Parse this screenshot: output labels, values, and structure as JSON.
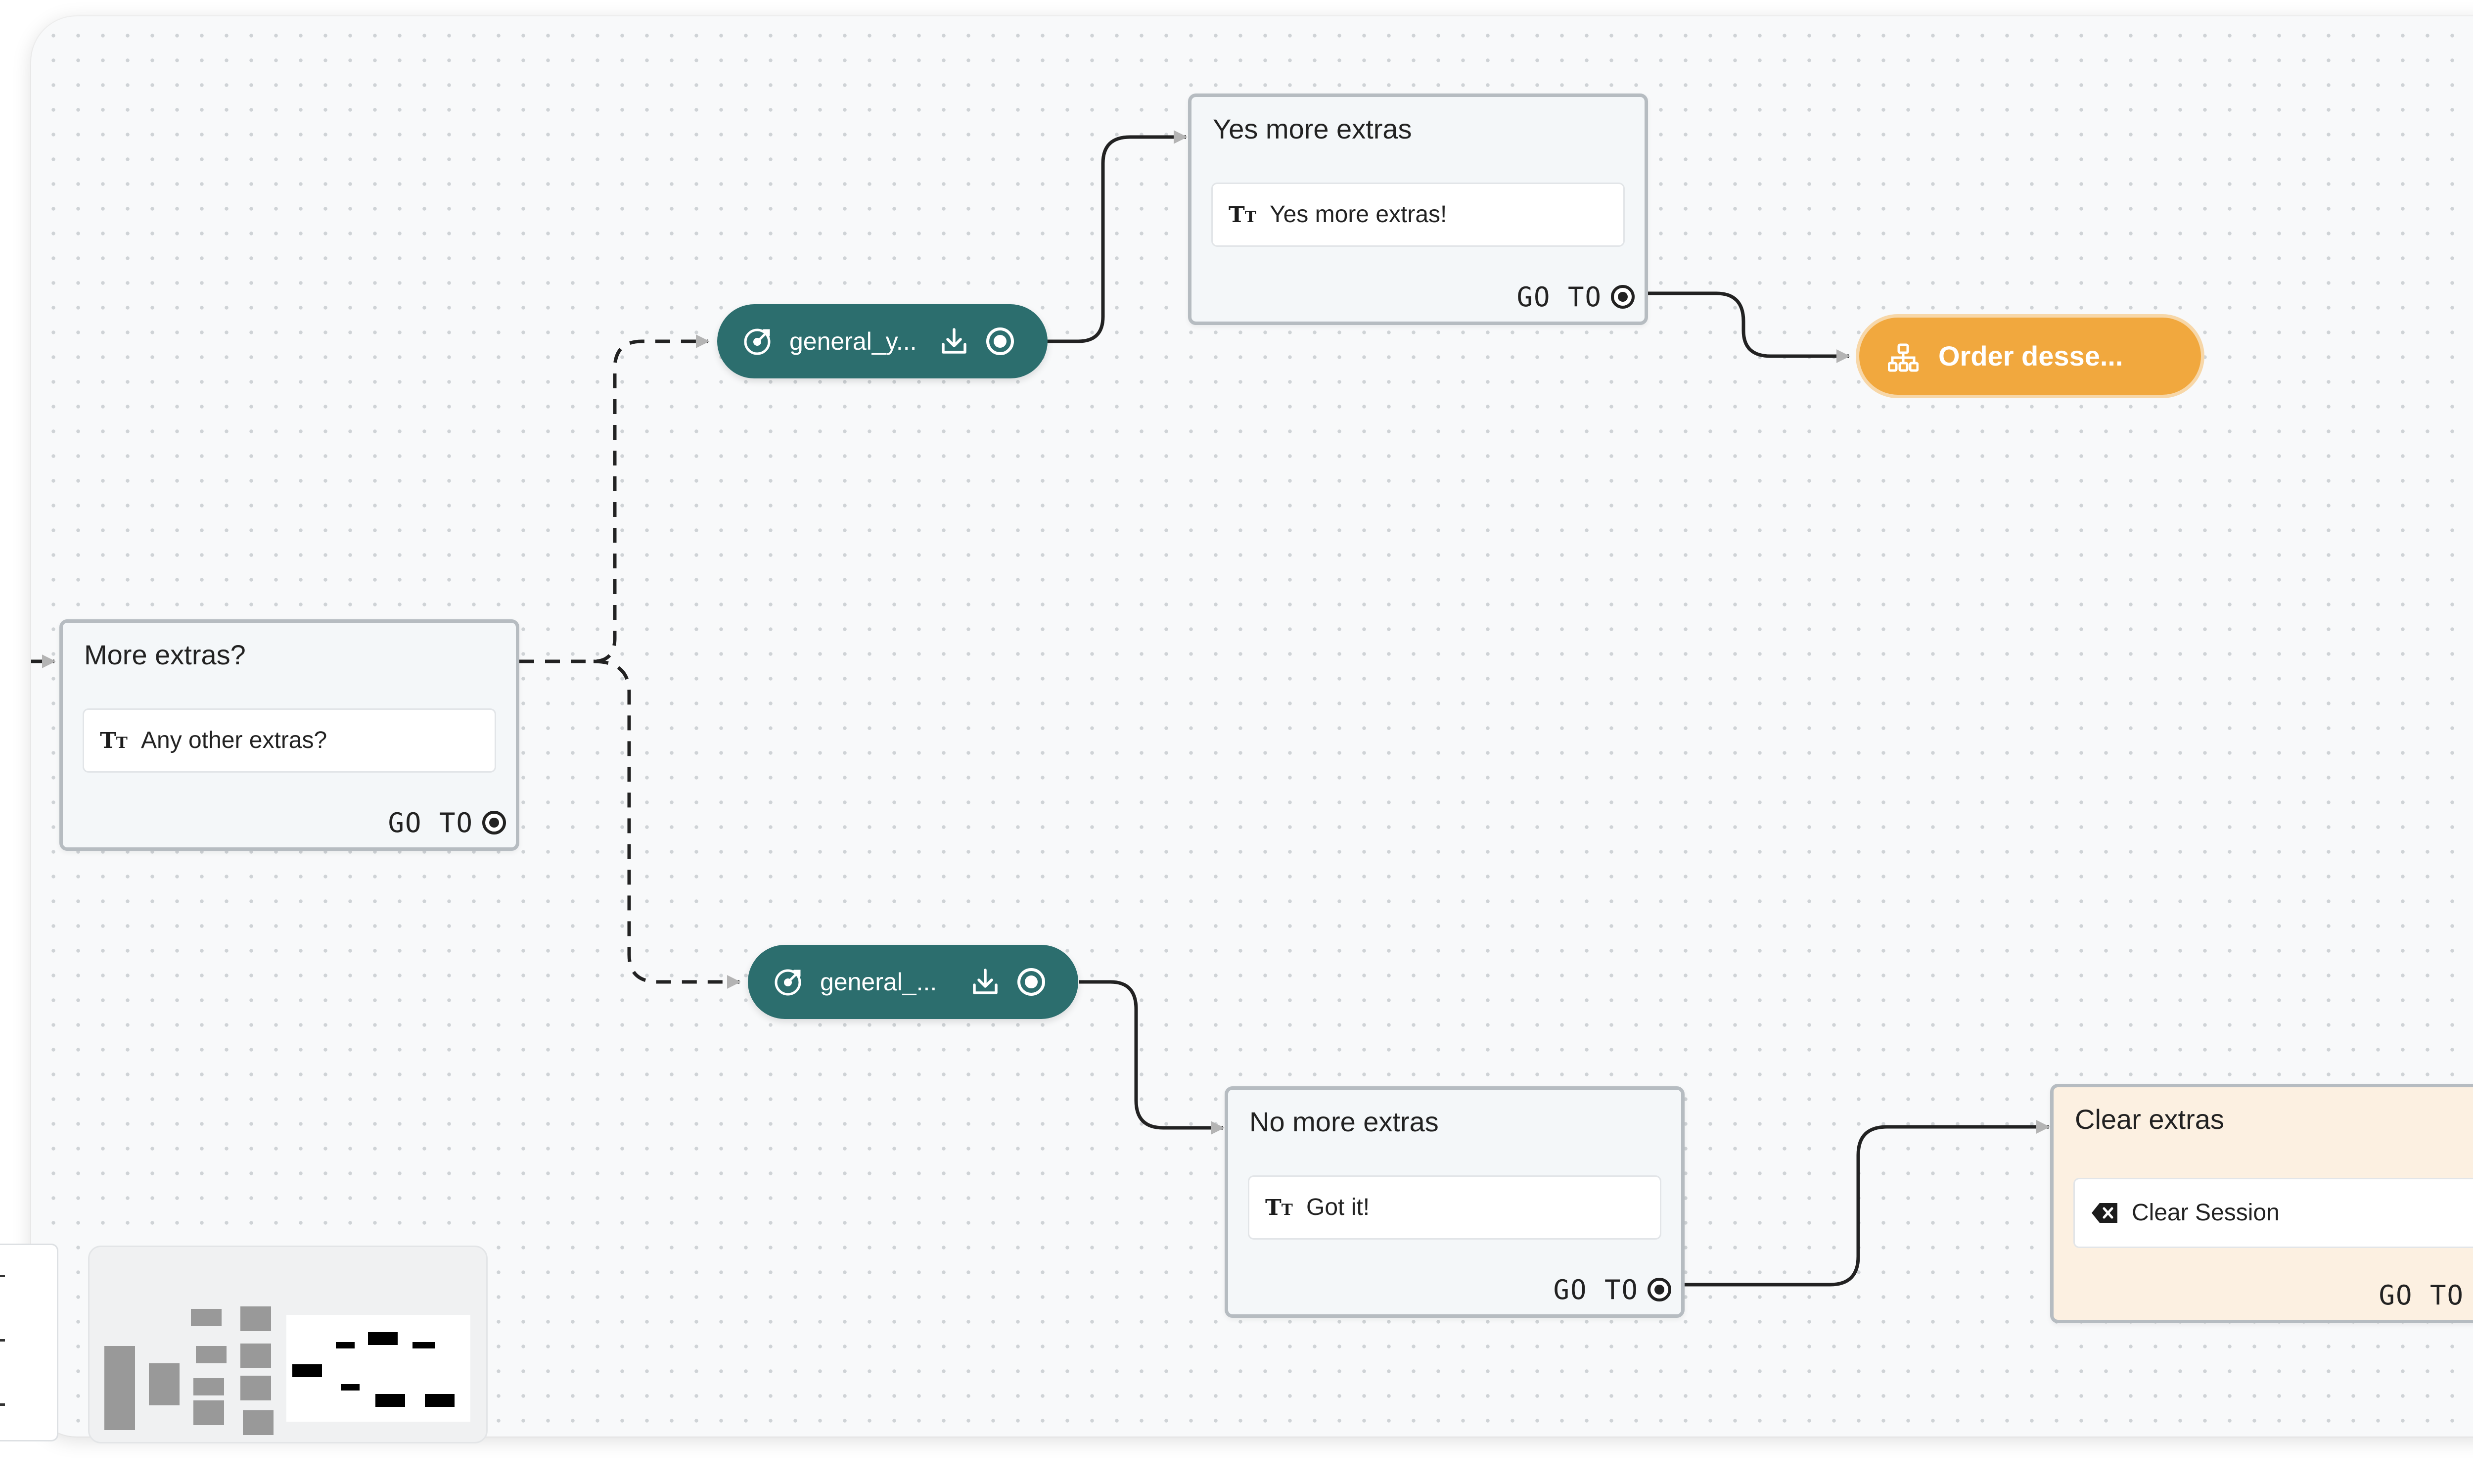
{
  "canvas": {
    "nodes": [
      {
        "id": "more-extras",
        "title": "More extras?",
        "row_icon": "text-icon",
        "row_text": "Any other extras?",
        "goto_label": "GO TO",
        "style": "default"
      },
      {
        "id": "yes-more-extras",
        "title": "Yes more extras",
        "row_icon": "text-icon",
        "row_text": "Yes more extras!",
        "goto_label": "GO TO",
        "style": "default"
      },
      {
        "id": "no-more-extras",
        "title": "No more extras",
        "row_icon": "text-icon",
        "row_text": "Got it!",
        "goto_label": "GO TO",
        "style": "default"
      },
      {
        "id": "clear-extras",
        "title": "Clear extras",
        "row_icon": "backspace-icon",
        "row_text": "Clear Session",
        "goto_label": "GO TO",
        "style": "cream"
      }
    ],
    "intents": [
      {
        "id": "intent-yes",
        "label": "general_y...",
        "icon": "target-icon",
        "action_icon": "download-icon"
      },
      {
        "id": "intent-no",
        "label": "general_...",
        "icon": "target-icon",
        "action_icon": "download-icon"
      }
    ],
    "jump": {
      "label": "Order desse...",
      "icon": "flow-icon",
      "color": "#f1a83e"
    }
  },
  "colors": {
    "intent_pill": "#2c6e6e",
    "jump_node": "#f1a83e",
    "node_border": "#b6bcc1",
    "cream_node": "#fcf0e1",
    "edge": "#222222",
    "canvas": "#f8f9fa"
  },
  "minimap": {
    "icon": "minimap"
  },
  "controls": {
    "icon": "zoom-controls"
  }
}
